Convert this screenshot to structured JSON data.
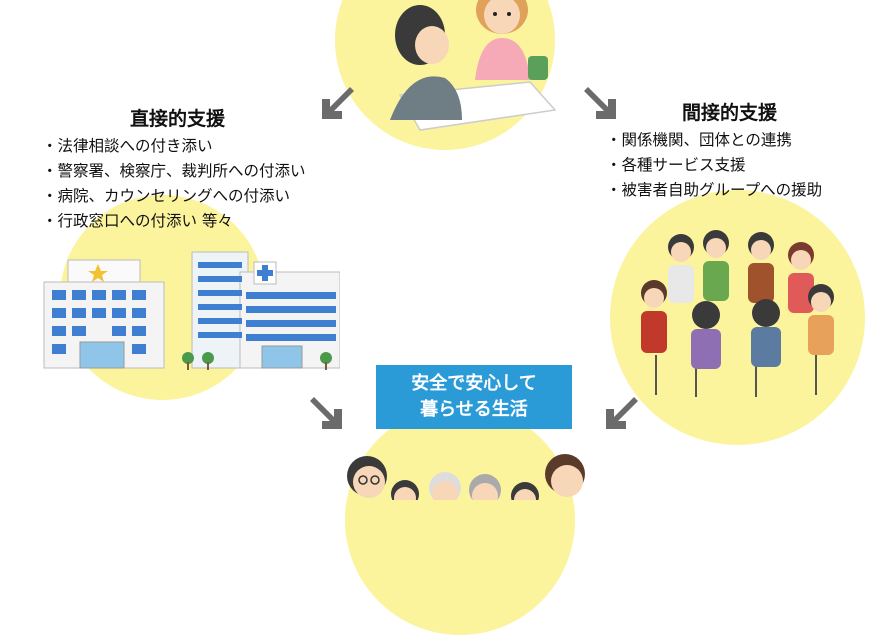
{
  "direct_support": {
    "heading": "直接的支援",
    "items": [
      "・法律相談への付き添い",
      "・警察署、検察庁、裁判所への付添い",
      "・病院、カウンセリングへの付添い",
      "・行政窓口への付添い 等々"
    ]
  },
  "indirect_support": {
    "heading": "間接的支援",
    "items": [
      "・関係機関、団体との連携",
      "・各種サービス支援",
      "・被害者自助グループへの援助"
    ]
  },
  "goal": {
    "line1": "安全で安心して",
    "line2": "暮らせる生活"
  },
  "icons": [
    "counseling-illustration",
    "hospital-buildings-illustration",
    "support-group-illustration",
    "family-illustration",
    "arrow-icon"
  ],
  "colors": {
    "circle": "#fbf49c",
    "arrow": "#6b6b6b",
    "callout": "#2b9bd8"
  }
}
